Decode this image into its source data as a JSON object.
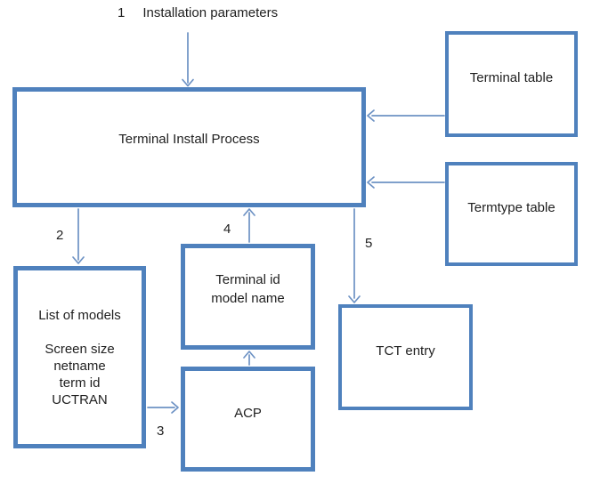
{
  "colors": {
    "box_border": "#4f81bd",
    "arrow": "#6d92c4",
    "text": "#1f1f1f"
  },
  "steps": {
    "s1_num": "1",
    "s1_text": "Installation parameters",
    "s2": "2",
    "s3": "3",
    "s4": "4",
    "s5": "5"
  },
  "boxes": {
    "process": {
      "label": "Terminal Install Process"
    },
    "terminal_table": {
      "label": "Terminal table"
    },
    "termtype_table": {
      "label": "Termtype table"
    },
    "list_of_models": {
      "title": "List of models",
      "lines": [
        "Screen size",
        "netname",
        "term id",
        "UCTRAN"
      ]
    },
    "terminal_id": {
      "line1": "Terminal id",
      "line2": "model name"
    },
    "acp": {
      "label": "ACP"
    },
    "tct": {
      "label": "TCT entry"
    }
  }
}
